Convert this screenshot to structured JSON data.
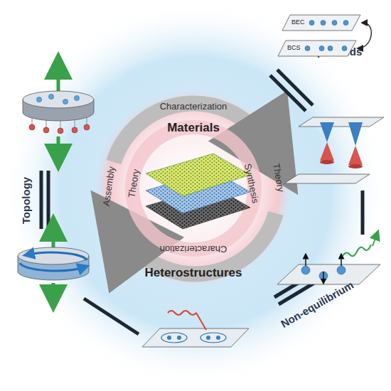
{
  "diagram": {
    "nodes": [
      {
        "text": [
          "BEC"
        ]
      },
      {
        "text": [
          "BCS"
        ]
      }
    ],
    "edges": [
      {
        "from": 0,
        "to": 1,
        "arrow": "both"
      }
    ],
    "labels": [
      "Superfluids",
      "Topology",
      "Non-equilibrium",
      "Characterization",
      "Materials",
      "Theory",
      "Synthesis",
      "Assembly",
      "Theory",
      "Characterization",
      "Heterostructures"
    ]
  }
}
